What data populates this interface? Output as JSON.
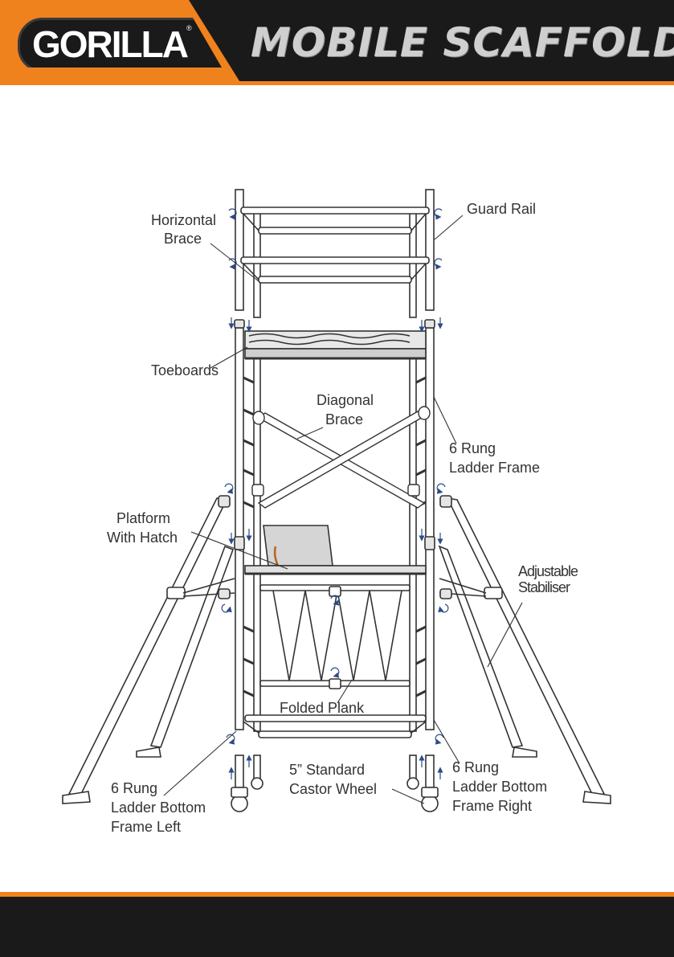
{
  "header": {
    "brand": "GORILLA",
    "brand_mark": "®",
    "title": "MOBILE SCAFFOLD"
  },
  "colors": {
    "accent_orange": "#f0821e",
    "dark": "#1a1a1a",
    "line": "#333333",
    "arrow_blue": "#2a4a8a"
  },
  "labels": {
    "horizontal_brace": [
      "Horizontal",
      "Brace"
    ],
    "guard_rail": [
      "Guard Rail"
    ],
    "toeboards": [
      "Toeboards"
    ],
    "diagonal_brace": [
      "Diagonal",
      "Brace"
    ],
    "ladder_frame": [
      "6 Rung",
      "Ladder Frame"
    ],
    "platform_hatch": [
      "Platform",
      "With Hatch"
    ],
    "stabiliser": [
      "Adjustable",
      "Stabiliser"
    ],
    "folded_plank": [
      "Folded Plank"
    ],
    "castor_wheel": [
      "5” Standard",
      "Castor Wheel"
    ],
    "bottom_left": [
      "6 Rung",
      "Ladder Bottom",
      "Frame Left"
    ],
    "bottom_right": [
      "6 Rung",
      "Ladder Bottom",
      "Frame Right"
    ]
  }
}
